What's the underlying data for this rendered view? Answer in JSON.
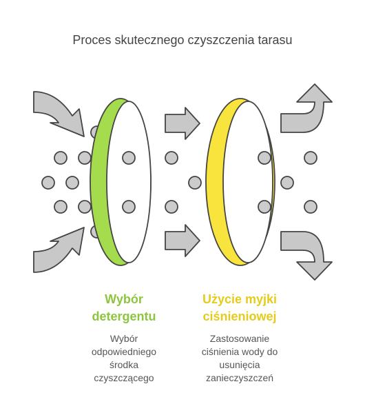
{
  "title": "Proces skutecznego czyszczenia tarasu",
  "steps": [
    {
      "title_line1": "Wybór",
      "title_line2": "detergentu",
      "desc_line1": "Wybór",
      "desc_line2": "odpowiedniego",
      "desc_line3": "środka",
      "desc_line4": "czyszczącego",
      "color": "#8cc63e"
    },
    {
      "title_line1": "Użycie myjki",
      "title_line2": "ciśnieniowej",
      "desc_line1": "Zastosowanie",
      "desc_line2": "ciśnienia wody do",
      "desc_line3": "usunięcia",
      "desc_line4": "zanieczyszczeń",
      "color": "#e6cc1a"
    }
  ],
  "colors": {
    "green_ring": "#a5dc4e",
    "yellow_ring": "#f8e43c",
    "arrow_fill": "#c8c8c8",
    "dot_fill": "#cccccc"
  }
}
